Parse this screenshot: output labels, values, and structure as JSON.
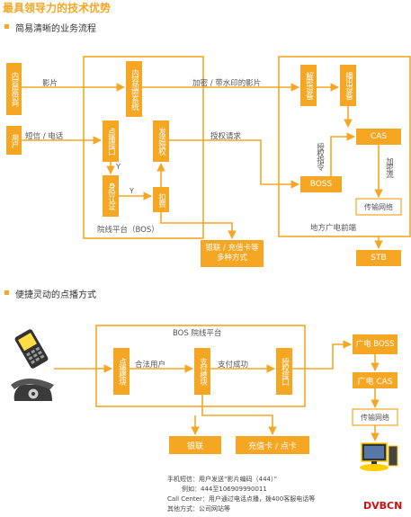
{
  "header": {
    "title": "最具领导力的技术优势"
  },
  "section1": {
    "title": "简易清晰的业务流程",
    "nodes": {
      "content_provider": "内容提供商",
      "user": "用户",
      "content_encrypt": "内容加密系统",
      "vod_interface": "点播接口",
      "send_auth": "发送授权",
      "identity_auth": "身份认证",
      "billing": "扣费",
      "bos_platform": "院线平台（BOS）",
      "payment": "银联 / 充值卡等多种方式",
      "decrypt": "解密设备",
      "playout": "播出设备",
      "cas": "CAS",
      "boss": "BOSS",
      "auth_cmd": "授权指令",
      "encrypt_flow": "加密流",
      "transport": "传输网络",
      "local_cable": "地方广电前端",
      "stb": "STB"
    },
    "edges": {
      "film": "影片",
      "sms_phone": "短信 / 电话",
      "encrypted_film": "加密 / 带水印的影片",
      "auth_request": "授权请求",
      "y1": "Y",
      "y2": "Y"
    }
  },
  "section2": {
    "title": "便捷灵动的点播方式",
    "nodes": {
      "platform": "BOS 院线平台",
      "vod_module": "点播模块",
      "pay_module": "支付模块",
      "auth_interface": "授权接口",
      "guangdian_boss": "广电 BOSS",
      "guangdian_cas": "广电 CAS",
      "transport": "传输网络",
      "unionpay": "银联",
      "recharge": "充值卡 / 点卡"
    },
    "edges": {
      "legit_user": "合法用户",
      "pay_success": "支付成功"
    },
    "icons": [
      "mobile-phone-icon",
      "telephone-icon",
      "computer-icon"
    ]
  },
  "footer": {
    "line1": "手机短信：用户发送“影片编码（444）”",
    "line2": "例如：444至106909990011",
    "line3": "Call Center：用户通过电话点播，拨400客服电话等",
    "line4": "其他方式：公司网站等"
  },
  "watermark": "DVBCN",
  "colors": {
    "accent": "#f5a623",
    "text": "#333333",
    "dark": "#555555",
    "watermark": "#cc1111"
  }
}
